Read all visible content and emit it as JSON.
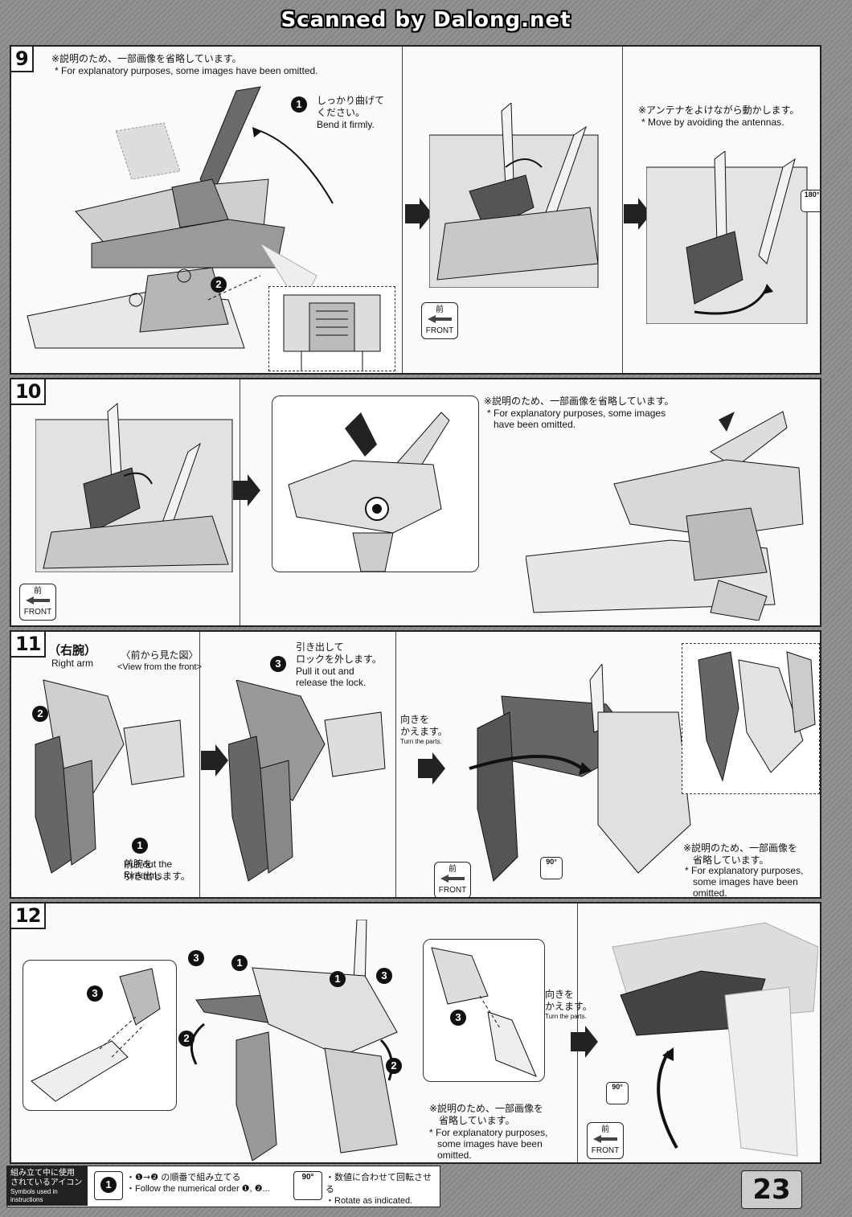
{
  "watermark": "Scanned by Dalong.net",
  "page_number": "23",
  "omit_note": {
    "jp": "※説明のため、一部画像を省略しています。",
    "en": "* For explanatory purposes, some images have been omitted."
  },
  "step9": {
    "number": "9",
    "note_jp": "※説明のため、一部画像を省略しています。",
    "note_en": "* For explanatory purposes, some images have been omitted.",
    "bend_badge": "1",
    "bend_jp_1": "しっかり曲げて",
    "bend_jp_2": "ください。",
    "bend_en": "Bend it firmly.",
    "second_badge": "2",
    "antenna_jp": "※アンテナをよけながら動かします。",
    "antenna_en": "* Move by avoiding the antennas.",
    "rotate_label": "180°",
    "front_jp": "前",
    "front_en": "FRONT"
  },
  "step10": {
    "number": "10",
    "note_jp": "※説明のため、一部画像を省略しています。",
    "note_en_1": "* For explanatory purposes, some images",
    "note_en_2": "have been omitted.",
    "front_jp": "前",
    "front_en": "FRONT"
  },
  "step11": {
    "number": "11",
    "right_arm_jp": "（右腕）",
    "right_arm_en": "Right arm",
    "view_front_jp": "〈前から見た図〉",
    "view_front_en": "<View from the front>",
    "badge1": "1",
    "badge2": "2",
    "badge3": "3",
    "forearm_jp_1": "前腕を",
    "forearm_jp_2": "引き出します。",
    "forearm_en_1": "Pull out the",
    "forearm_en_2": "forearms.",
    "pull_jp_1": "引き出して",
    "pull_jp_2": "ロックを外します。",
    "pull_en_1": "Pull it out and",
    "pull_en_2": "release the lock.",
    "turn_jp_1": "向きを",
    "turn_jp_2": "かえます。",
    "turn_en": "Turn the parts.",
    "rotate_label": "90°",
    "front_jp": "前",
    "front_en": "FRONT",
    "note_jp_1": "※説明のため、一部画像を",
    "note_jp_2": "省略しています。",
    "note_en_1": "* For explanatory purposes,",
    "note_en_2": "some images have been",
    "note_en_3": "omitted."
  },
  "step12": {
    "number": "12",
    "badge1": "1",
    "badge2": "2",
    "badge3": "3",
    "turn_jp_1": "向きを",
    "turn_jp_2": "かえます。",
    "turn_en": "Turn the parts.",
    "rotate_label": "90°",
    "front_jp": "前",
    "front_en": "FRONT",
    "note_jp_1": "※説明のため、一部画像を",
    "note_jp_2": "省略しています。",
    "note_en_1": "* For explanatory purposes,",
    "note_en_2": "some images have been",
    "note_en_3": "omitted."
  },
  "legend": {
    "title_jp_1": "組み立て中に使用",
    "title_jp_2": "されているアイコン",
    "title_en": "Symbols used in instructions",
    "order_badge": "1",
    "order_jp": "・❶→❷ の順番で組み立てる",
    "order_en": "・Follow the numerical order ❶, ❷...",
    "rotate_badge": "90°",
    "rotate_jp": "・数値に合わせて回転させる",
    "rotate_en": "・Rotate as indicated."
  }
}
